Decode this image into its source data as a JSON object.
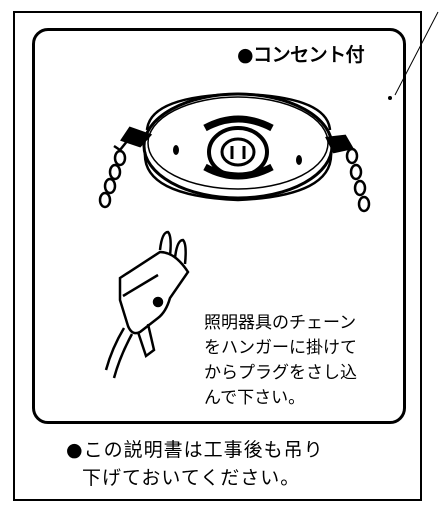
{
  "feature_label": "●コンセント付",
  "instruction_lines": [
    "照明器具のチェーン",
    "をハンガーに掛けて",
    "からプラグをさし込",
    "んで下さい。"
  ],
  "notice_lines": [
    "●この説明書は工事後も吊り",
    "下げておいてください。"
  ]
}
